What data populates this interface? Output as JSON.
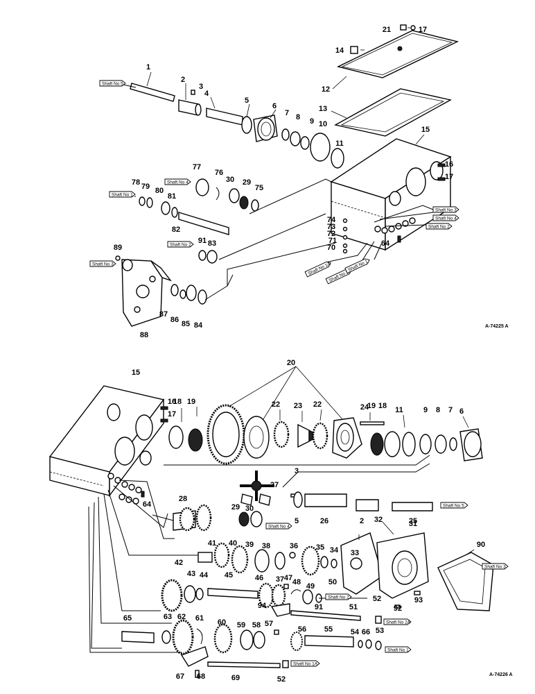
{
  "top_view": {
    "parts": [
      {
        "id": "p1",
        "label": "1"
      },
      {
        "id": "p2",
        "label": "2"
      },
      {
        "id": "p3",
        "label": "3"
      },
      {
        "id": "p4",
        "label": "4"
      },
      {
        "id": "p5",
        "label": "5"
      },
      {
        "id": "p6",
        "label": "6"
      },
      {
        "id": "p7",
        "label": "7"
      },
      {
        "id": "p8",
        "label": "8"
      },
      {
        "id": "p9",
        "label": "9"
      },
      {
        "id": "p10",
        "label": "10"
      },
      {
        "id": "p11",
        "label": "11"
      },
      {
        "id": "p12",
        "label": "12"
      },
      {
        "id": "p13",
        "label": "13"
      },
      {
        "id": "p14",
        "label": "14"
      },
      {
        "id": "p15",
        "label": "15"
      },
      {
        "id": "p16",
        "label": "16"
      },
      {
        "id": "p17a",
        "label": "17"
      },
      {
        "id": "p17b",
        "label": "17"
      },
      {
        "id": "p21",
        "label": "21"
      },
      {
        "id": "p29",
        "label": "29"
      },
      {
        "id": "p30",
        "label": "30"
      },
      {
        "id": "p64",
        "label": "64"
      },
      {
        "id": "p70",
        "label": "70"
      },
      {
        "id": "p71",
        "label": "71"
      },
      {
        "id": "p72",
        "label": "72"
      },
      {
        "id": "p73",
        "label": "73"
      },
      {
        "id": "p74",
        "label": "74"
      },
      {
        "id": "p75",
        "label": "75"
      },
      {
        "id": "p76",
        "label": "76"
      },
      {
        "id": "p77",
        "label": "77"
      },
      {
        "id": "p78",
        "label": "78"
      },
      {
        "id": "p79",
        "label": "79"
      },
      {
        "id": "p80",
        "label": "80"
      },
      {
        "id": "p81",
        "label": "81"
      },
      {
        "id": "p82",
        "label": "82"
      },
      {
        "id": "p83",
        "label": "83"
      },
      {
        "id": "p84",
        "label": "84"
      },
      {
        "id": "p85",
        "label": "85"
      },
      {
        "id": "p86",
        "label": "86"
      },
      {
        "id": "p87",
        "label": "87"
      },
      {
        "id": "p88",
        "label": "88"
      },
      {
        "id": "p89",
        "label": "89"
      },
      {
        "id": "p91",
        "label": "91"
      }
    ],
    "shaft_tags": {
      "t_s5": "Shaft No 5",
      "t_s4": "Shaft No 4",
      "t_s1": "Shaft No 1",
      "t_s2": "Shaft No 2",
      "t_s3": "Shaft No 3",
      "t_s_a": "Shaft No 3",
      "t_s_b": "Shaft No 4",
      "t_s_c": "Shaft No 2",
      "t_s_d": "Shaft No 1A",
      "t_s_e": "Shaft No 2A",
      "t_s_f": "Shaft No 1"
    },
    "reference": "A-74225 A"
  },
  "bottom_view": {
    "parts": [
      {
        "id": "b15",
        "label": "15"
      },
      {
        "id": "b16",
        "label": "16"
      },
      {
        "id": "b17",
        "label": "17"
      },
      {
        "id": "b18",
        "label": "18"
      },
      {
        "id": "b19",
        "label": "19"
      },
      {
        "id": "b20",
        "label": "20"
      },
      {
        "id": "b22a",
        "label": "22"
      },
      {
        "id": "b23",
        "label": "23"
      },
      {
        "id": "b22b",
        "label": "22"
      },
      {
        "id": "b24",
        "label": "24"
      },
      {
        "id": "b19b",
        "label": "19"
      },
      {
        "id": "b18b",
        "label": "18"
      },
      {
        "id": "b11",
        "label": "11"
      },
      {
        "id": "b9",
        "label": "9"
      },
      {
        "id": "b8",
        "label": "8"
      },
      {
        "id": "b7",
        "label": "7"
      },
      {
        "id": "b6",
        "label": "6"
      },
      {
        "id": "b27",
        "label": "27"
      },
      {
        "id": "b3",
        "label": "3"
      },
      {
        "id": "b28",
        "label": "28"
      },
      {
        "id": "b29",
        "label": "29"
      },
      {
        "id": "b30",
        "label": "30"
      },
      {
        "id": "b5",
        "label": "5"
      },
      {
        "id": "b26",
        "label": "26"
      },
      {
        "id": "b2",
        "label": "2"
      },
      {
        "id": "b25",
        "label": "25"
      },
      {
        "id": "b41",
        "label": "41"
      },
      {
        "id": "b40",
        "label": "40"
      },
      {
        "id": "b39",
        "label": "39"
      },
      {
        "id": "b38",
        "label": "38"
      },
      {
        "id": "b36",
        "label": "36"
      },
      {
        "id": "b35",
        "label": "35"
      },
      {
        "id": "b34",
        "label": "34"
      },
      {
        "id": "b33",
        "label": "33"
      },
      {
        "id": "b32",
        "label": "32"
      },
      {
        "id": "b31",
        "label": "31"
      },
      {
        "id": "b90",
        "label": "90"
      },
      {
        "id": "b42",
        "label": "42"
      },
      {
        "id": "b43",
        "label": "43"
      },
      {
        "id": "b44",
        "label": "44"
      },
      {
        "id": "b45",
        "label": "45"
      },
      {
        "id": "b46",
        "label": "46"
      },
      {
        "id": "b37",
        "label": "37"
      },
      {
        "id": "b47",
        "label": "47"
      },
      {
        "id": "b48",
        "label": "48"
      },
      {
        "id": "b49",
        "label": "49"
      },
      {
        "id": "b50",
        "label": "50"
      },
      {
        "id": "b91",
        "label": "91"
      },
      {
        "id": "b94",
        "label": "94"
      },
      {
        "id": "b51",
        "label": "51"
      },
      {
        "id": "b52a",
        "label": "52"
      },
      {
        "id": "b92",
        "label": "92"
      },
      {
        "id": "b93",
        "label": "93"
      },
      {
        "id": "b64",
        "label": "64"
      },
      {
        "id": "b65",
        "label": "65"
      },
      {
        "id": "b63",
        "label": "63"
      },
      {
        "id": "b62",
        "label": "62"
      },
      {
        "id": "b61",
        "label": "61"
      },
      {
        "id": "b60",
        "label": "60"
      },
      {
        "id": "b59",
        "label": "59"
      },
      {
        "id": "b58",
        "label": "58"
      },
      {
        "id": "b57",
        "label": "57"
      },
      {
        "id": "b56",
        "label": "56"
      },
      {
        "id": "b55",
        "label": "55"
      },
      {
        "id": "b54",
        "label": "54"
      },
      {
        "id": "b66",
        "label": "66"
      },
      {
        "id": "b53",
        "label": "53"
      },
      {
        "id": "b67",
        "label": "67"
      },
      {
        "id": "b68",
        "label": "68"
      },
      {
        "id": "b69",
        "label": "69"
      },
      {
        "id": "b52b",
        "label": "52"
      }
    ],
    "shaft_tags": {
      "u_s5": "Shaft No 5",
      "u_s4": "Shaft No 4",
      "u_s2": "Shaft No 2",
      "u_s2a": "Shaft No 2A",
      "u_s3": "Shaft No 3",
      "u_s1": "Shaft No 1",
      "u_s1a": "Shaft No 1A"
    },
    "reference": "A-74226 A"
  }
}
